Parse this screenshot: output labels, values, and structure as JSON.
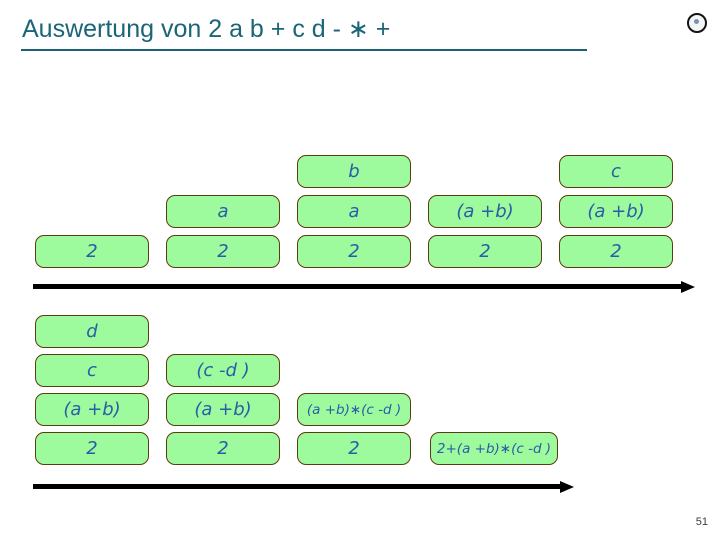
{
  "header": {
    "title": "Auswertung von 2 a b + c d - ∗ +"
  },
  "icons": {
    "logo": "circle-dot-logo"
  },
  "colors": {
    "title_text": "#1b6578",
    "title_underline": "#1d6074",
    "box_fill": "#9dfa9d",
    "box_border": "#5e3a10",
    "box_text": "#2a5da8",
    "arrow": "#000000",
    "page_number": "#3c3c3c"
  },
  "stage1": {
    "columns": [
      {
        "cells": [
          "2"
        ]
      },
      {
        "cells": [
          "a",
          "2"
        ]
      },
      {
        "cells": [
          "b",
          "a",
          "2"
        ]
      },
      {
        "cells": [
          "(a +b)",
          "2"
        ]
      },
      {
        "cells": [
          "c",
          "(a +b)",
          "2"
        ]
      }
    ]
  },
  "stage2": {
    "columns": [
      {
        "cells": [
          "d",
          "c",
          "(a +b)",
          "2"
        ]
      },
      {
        "cells": [
          "(c -d )",
          "(a +b)",
          "2"
        ]
      },
      {
        "cells": [
          "(a +b)∗(c -d )",
          "2"
        ]
      },
      {
        "cells": [
          "2+(a +b)∗(c -d )"
        ]
      }
    ]
  },
  "footer": {
    "page_number": "51"
  }
}
